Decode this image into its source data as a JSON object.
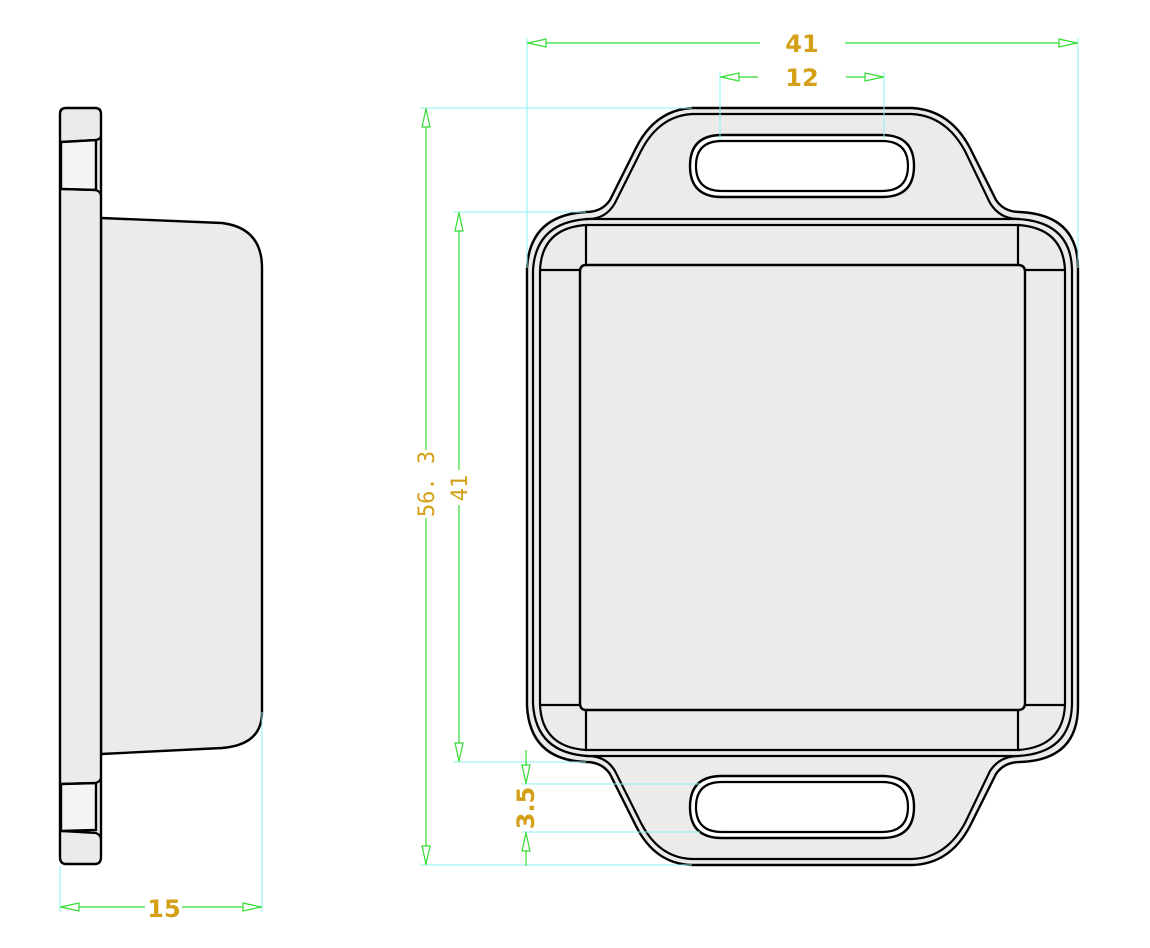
{
  "drawing": {
    "title": "Mounting enclosure - side and front views",
    "views": [
      "side-view",
      "front-view"
    ],
    "colors": {
      "dimension_text": "#d4a017",
      "dimension_line": "#33dd33",
      "extension_line": "#8ff0f0",
      "outline": "#000000",
      "part_fill": "#ebebeb"
    }
  },
  "dimensions": {
    "overall_width": "41",
    "slot_spacing": "12",
    "overall_height": "56. 3",
    "body_height": "41",
    "tab_offset": "3.5",
    "depth": "15"
  }
}
